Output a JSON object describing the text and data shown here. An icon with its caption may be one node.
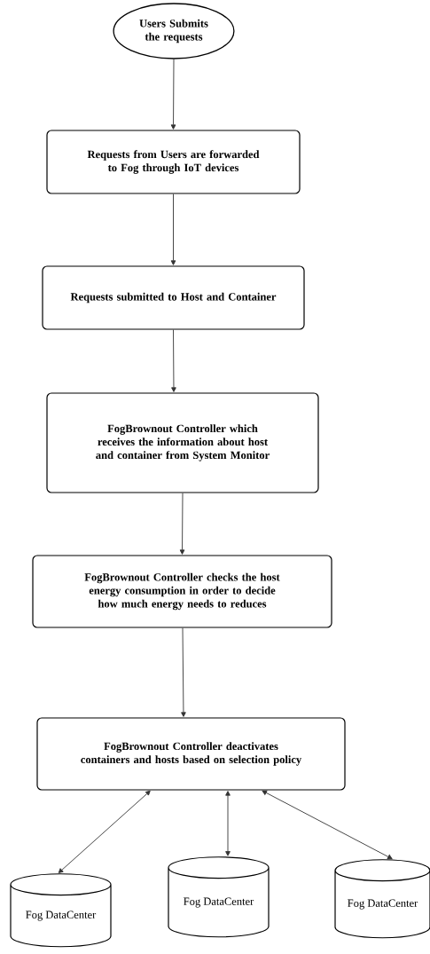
{
  "diagram": {
    "nodes": [
      {
        "text": [
          "Users Submits the requests"
        ]
      },
      {
        "text": [
          "Requests from Users are forwarded  to Fog through IoT devices"
        ]
      },
      {
        "text": [
          "Requests submitted to Host and Container"
        ]
      },
      {
        "text": [
          "FogBrownout Controller which receives the information about host and container from System Monitor"
        ]
      },
      {
        "text": [
          "FogBrownout Controller checks the host energy consumption in order to decide how much energy needs to reduces"
        ]
      },
      {
        "text": [
          "FogBrownout Controller deactivates containers and hosts based on selection policy"
        ]
      },
      {
        "text": [
          "Fog DataCenter"
        ]
      },
      {
        "text": [
          "Fog DataCenter"
        ]
      },
      {
        "text": [
          "Fog DataCenter"
        ]
      }
    ],
    "edges": [
      {
        "from": 0,
        "to": 1,
        "arrow": "to"
      },
      {
        "from": 1,
        "to": 2,
        "arrow": "to"
      },
      {
        "from": 2,
        "to": 3,
        "arrow": "to"
      },
      {
        "from": 3,
        "to": 4,
        "arrow": "to"
      },
      {
        "from": 4,
        "to": 5,
        "arrow": "to"
      },
      {
        "from": 5,
        "to": 6,
        "arrow": "both"
      },
      {
        "from": 5,
        "to": 7,
        "arrow": "both"
      },
      {
        "from": 5,
        "to": 8,
        "arrow": "both"
      }
    ]
  }
}
